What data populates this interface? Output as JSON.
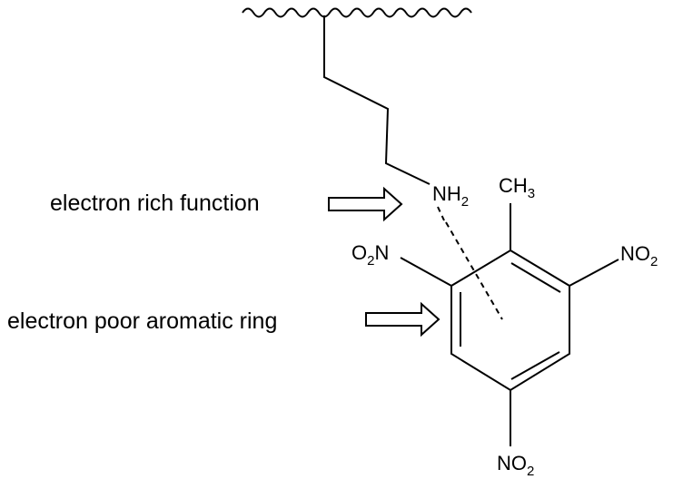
{
  "labels": {
    "electron_rich": "electron rich function",
    "electron_poor": "electron poor aromatic ring"
  },
  "groups": {
    "amine": {
      "main": "NH",
      "sub": "2"
    },
    "methyl": {
      "main": "CH",
      "sub": "3"
    },
    "nitro_left": {
      "main1": "O",
      "sub": "2",
      "main2": "N"
    },
    "nitro_right": {
      "main": "NO",
      "sub": "2"
    },
    "nitro_bottom": {
      "main": "NO",
      "sub": "2"
    }
  }
}
